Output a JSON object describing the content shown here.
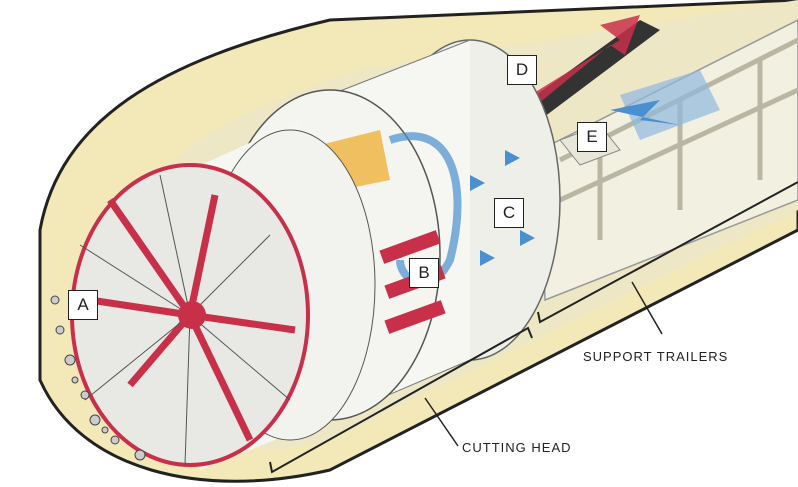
{
  "labels": {
    "a": "A",
    "b": "B",
    "c": "C",
    "d": "D",
    "e": "E"
  },
  "captions": {
    "support_trailers": "SUPPORT TRAILERS",
    "cutting_head": "CUTTING HEAD"
  },
  "colors": {
    "tunnel": "#f3e9b8",
    "tunnel_edge": "#222222",
    "cutter_red": "#c8304a",
    "shield": "#f4f4f0",
    "thrust_blue": "#4a90d0",
    "platform": "#f0c060"
  }
}
